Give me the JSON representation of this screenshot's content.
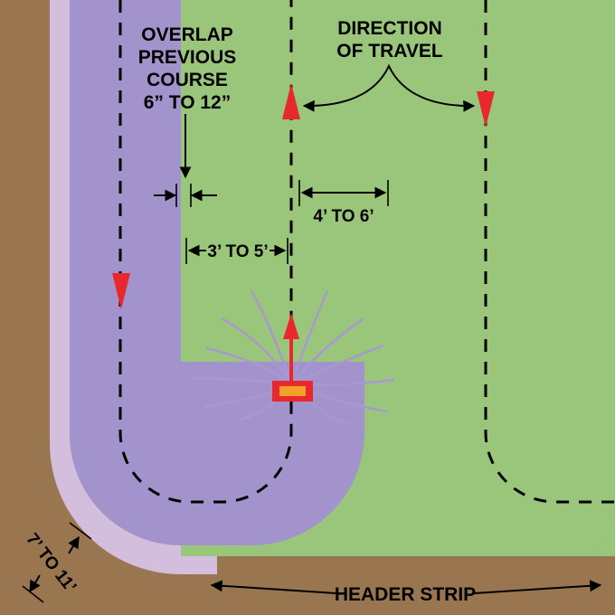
{
  "labels": {
    "overlap": [
      "OVERLAP",
      "PREVIOUS",
      "COURSE",
      "6” TO 12”"
    ],
    "direction": [
      "DIRECTION",
      "OF TRAVEL"
    ],
    "pass_spacing": "4’ TO 6’",
    "turn_offset": "3’ TO 5’",
    "header_width": "7’ TO 11’",
    "header_strip": "HEADER STRIP"
  },
  "colors": {
    "soil": "#9a7650",
    "lawn": "#9ac67c",
    "fresh_seed": "#a393cd",
    "previous_course": "#d4bedd",
    "arrow_red": "#e8282d",
    "spreader_fill": "#f4a12c",
    "spreader_border": "#c82025"
  },
  "icons": {
    "direction_marker": "red-triangle",
    "spreader": "broadcast-spreader"
  }
}
